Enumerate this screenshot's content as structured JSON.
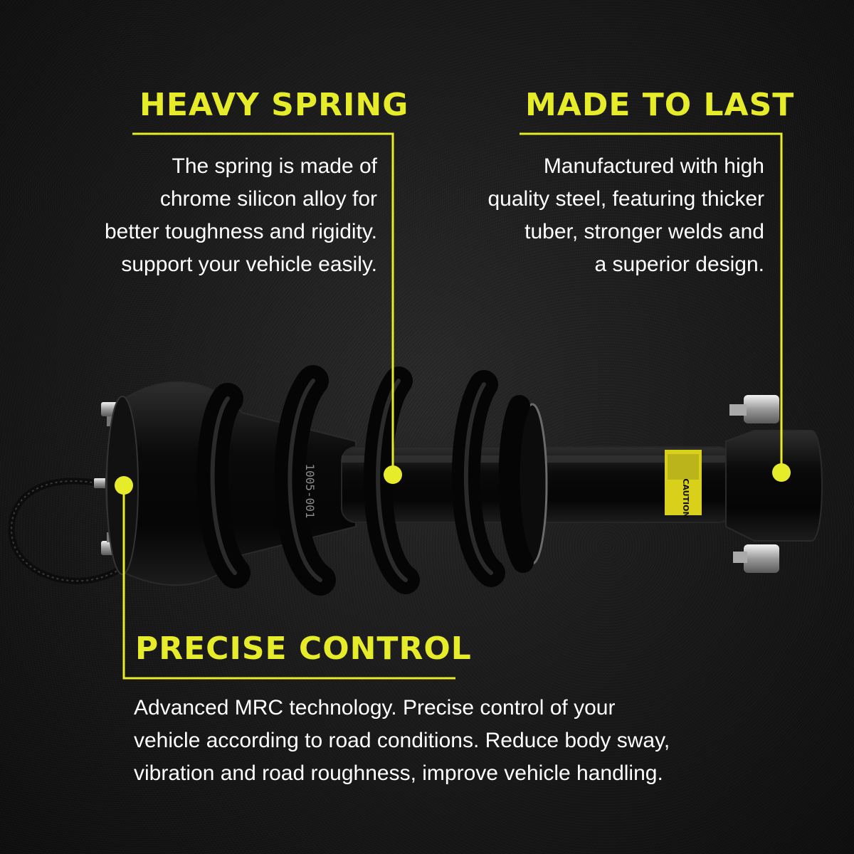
{
  "features": {
    "heavy_spring": {
      "title": "HEAVY SPRING",
      "lines": [
        "The spring is made of",
        "chrome silicon alloy for",
        "better toughness and rigidity.",
        "support your vehicle easily."
      ]
    },
    "made_to_last": {
      "title": "MADE TO LAST",
      "lines": [
        "Manufactured with high",
        "quality steel, featuring thicker",
        "tuber, stronger welds and",
        "a superior design."
      ]
    },
    "precise_control": {
      "title": "PRECISE CONTROL",
      "lines": [
        "Advanced MRC technology. Precise control of your",
        "vehicle according to road conditions. Reduce body sway,",
        "vibration and road roughness, improve vehicle handling."
      ]
    }
  },
  "product": {
    "part_marking": "1005-001",
    "label_text": "CAUTION"
  },
  "colors": {
    "accent": "#e6ec2a",
    "background": "#1a1a1a",
    "text": "#ffffff"
  }
}
